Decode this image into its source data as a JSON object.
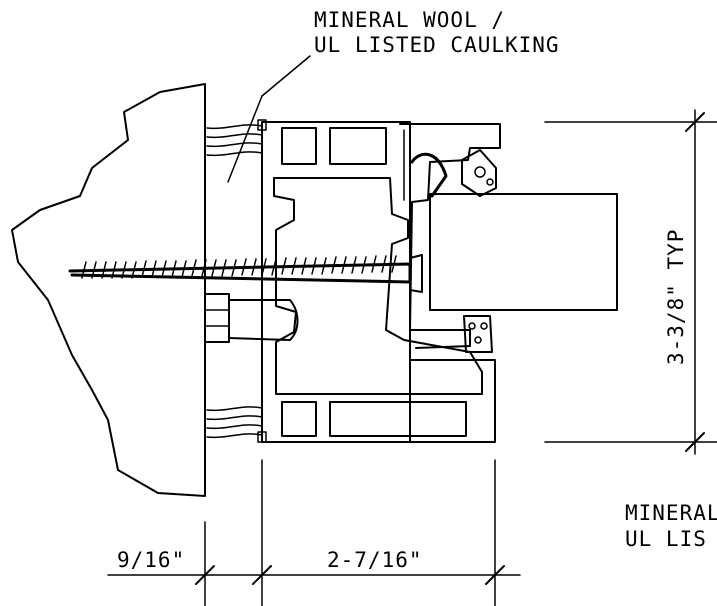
{
  "labels": {
    "top_note_line1": "MINERAL WOOL /",
    "top_note_line2": "UL LISTED CAULKING",
    "side_note_line1": "MINERAL",
    "side_note_line2": "UL LIS",
    "dim_height": "3-3/8\" TYP",
    "dim_left": "9/16\"",
    "dim_frame": "2-7/16\""
  },
  "colors": {
    "ink": "#000000",
    "paper": "#ffffff"
  }
}
